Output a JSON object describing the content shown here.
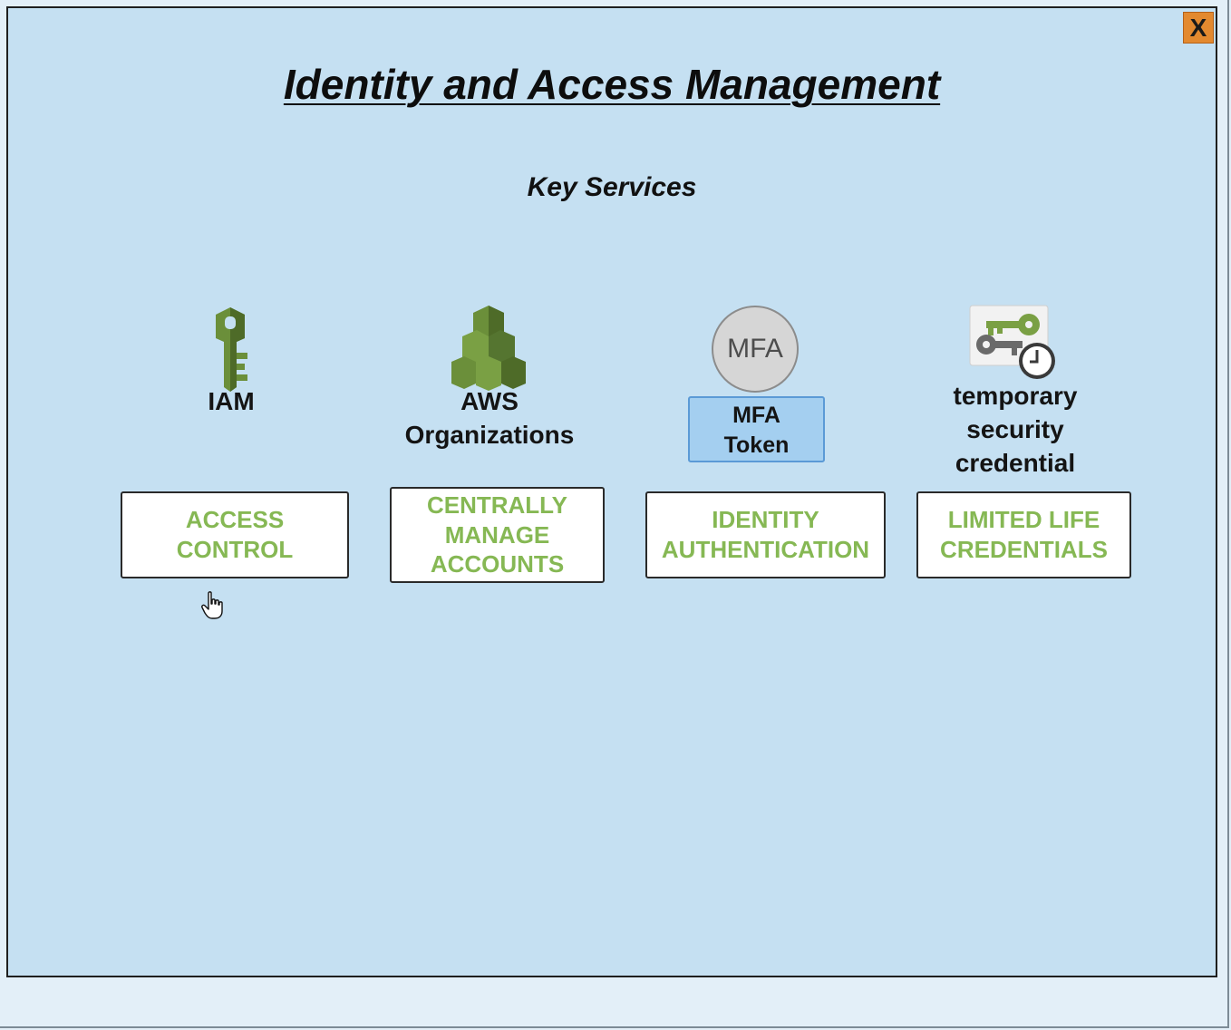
{
  "title": "Identity and Access Management",
  "subtitle": "Key Services",
  "close_label": "X",
  "services": [
    {
      "icon": "iam-key-icon",
      "label_lines": [
        "IAM"
      ],
      "button_lines": [
        "ACCESS",
        "CONTROL"
      ]
    },
    {
      "icon": "aws-organizations-icon",
      "label_lines": [
        "AWS",
        "Organizations"
      ],
      "button_lines": [
        "CENTRALLY",
        "MANAGE",
        "ACCOUNTS"
      ]
    },
    {
      "icon": "mfa-icon",
      "icon_text": "MFA",
      "label_lines": [
        "MFA",
        "Token"
      ],
      "button_lines": [
        "IDENTITY",
        "AUTHENTICATION"
      ]
    },
    {
      "icon": "temporary-credential-icon",
      "label_lines": [
        "temporary",
        "security",
        "credential"
      ],
      "button_lines": [
        "LIMITED LIFE",
        "CREDENTIALS"
      ]
    }
  ],
  "colors": {
    "panel_bg": "#c5e0f2",
    "button_text": "#86b854",
    "close_button": "#e3892f",
    "icon_green": "#6b8f3a",
    "mfa_token_bg": "#a4cff0"
  }
}
